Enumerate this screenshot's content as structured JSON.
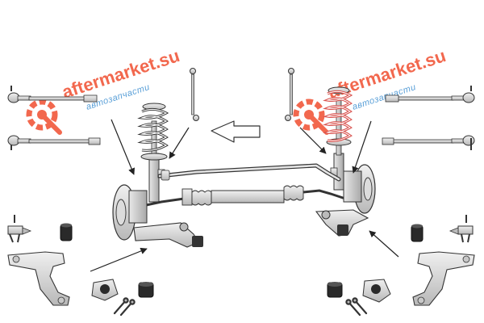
{
  "watermarks": [
    {
      "brand": "aftermarket.su",
      "sub": "автозапчасти"
    },
    {
      "brand": "aftermarket.su",
      "sub": "автозапчасти"
    }
  ],
  "colors": {
    "line": "#222222",
    "part_fill": "#cfcfcf",
    "part_light": "#e6e6e6",
    "spring_highlight": "#d9534f",
    "watermark": "#f04e30",
    "watermark_sub": "#3d8fd1"
  },
  "icons": {
    "logo": "wrench-gear-logo-icon"
  }
}
